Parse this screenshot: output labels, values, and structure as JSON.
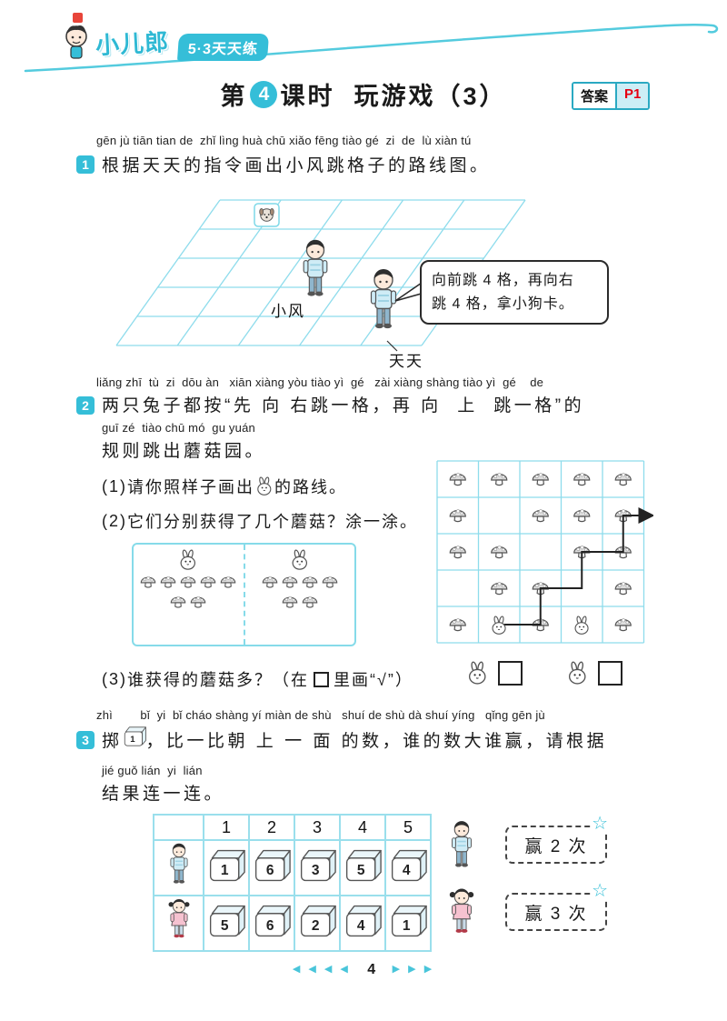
{
  "header": {
    "logo_text": "小儿郎",
    "series_badge": "5·3天天练",
    "answer_label": "答案",
    "answer_page": "P1"
  },
  "title": {
    "prefix": "第",
    "lesson_number": "4",
    "suffix": "课时",
    "name": "玩游戏（3）"
  },
  "q1": {
    "number": "1",
    "pinyin": "gēn jù tiān tian de  zhǐ lìng huà chū xiǎo fēng tiào gé  zi  de  lù xiàn tú",
    "text": "根据天天的指令画出小风跳格子的路线图。",
    "label_left": "小风",
    "label_right": "天天",
    "bubble_line1": "向前跳 4 格，再向右",
    "bubble_line2": "跳 4 格，拿小狗卡。"
  },
  "q2": {
    "number": "2",
    "pinyin1": "liǎng zhī  tù  zi  dōu àn   xiān xiàng yòu tiào yì  gé   zài xiàng shàng tiào yì  gé    de",
    "text1": "两只兔子都按“先 向 右跳一格，再 向  上  跳一格”的",
    "pinyin2": "guī zé  tiào chū mó  gu yuán",
    "text2": "规则跳出蘑菇园。",
    "item1_prefix": "(1)",
    "item1_pre": "请你照样子画出",
    "item1_post": "的路线。",
    "item2_prefix": "(2)",
    "item2": "它们分别获得了几个蘑菇？涂一涂。",
    "item3_prefix": "(3)",
    "item3_pre": "谁获得的蘑菇多？（在",
    "item3_post": "里画“√”）",
    "panels": {
      "left_rows": [
        5,
        2
      ],
      "right_rows": [
        4,
        2
      ]
    },
    "grid": {
      "rows": 5,
      "cols": 5,
      "mushrooms": [
        [
          0,
          0
        ],
        [
          0,
          1
        ],
        [
          0,
          2
        ],
        [
          0,
          3
        ],
        [
          0,
          4
        ],
        [
          1,
          0
        ],
        [
          1,
          2
        ],
        [
          1,
          3
        ],
        [
          1,
          4
        ],
        [
          2,
          0
        ],
        [
          2,
          1
        ],
        [
          2,
          3
        ],
        [
          2,
          4
        ],
        [
          3,
          1
        ],
        [
          3,
          2
        ],
        [
          3,
          4
        ],
        [
          4,
          0
        ],
        [
          4,
          2
        ],
        [
          4,
          4
        ]
      ],
      "rabbits": [
        [
          4,
          1
        ],
        [
          4,
          3
        ]
      ],
      "example_route": [
        [
          4,
          1
        ],
        [
          4,
          2
        ],
        [
          3,
          2
        ],
        [
          3,
          3
        ],
        [
          2,
          3
        ],
        [
          2,
          4
        ],
        [
          1,
          4
        ]
      ]
    }
  },
  "q3": {
    "number": "3",
    "pinyin1": "zhì        bǐ  yi  bǐ cháo shàng yí miàn de shù   shuí de shù dà shuí yíng   qǐng gēn jù",
    "text_pre": "掷",
    "text_post": "，比一比朝 上 一 面 的数，谁的数大谁赢，请根据",
    "inline_die_value": "1",
    "pinyin2": "jié guǒ lián  yi  lián",
    "text2": "结果连一连。",
    "table": {
      "headers": [
        "1",
        "2",
        "3",
        "4",
        "5"
      ],
      "rows": [
        {
          "player": "boy",
          "dice": [
            "1",
            "6",
            "3",
            "5",
            "4"
          ]
        },
        {
          "player": "girl",
          "dice": [
            "5",
            "6",
            "2",
            "4",
            "1"
          ]
        }
      ]
    },
    "results": [
      {
        "player": "boy",
        "label": "赢 2 次"
      },
      {
        "player": "girl",
        "label": "赢 3 次"
      }
    ]
  },
  "footer": {
    "page_number": "4",
    "left_arrows": "◀ ◀ ◀ ◀",
    "right_arrows": "▶ ▶ ▶"
  }
}
